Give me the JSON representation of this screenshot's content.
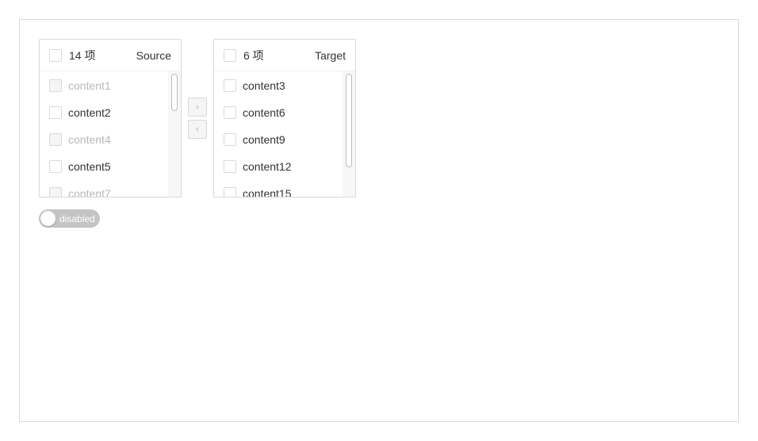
{
  "source": {
    "count_label": "14 项",
    "title": "Source",
    "items": [
      {
        "label": "content1",
        "disabled": true
      },
      {
        "label": "content2",
        "disabled": false
      },
      {
        "label": "content4",
        "disabled": true
      },
      {
        "label": "content5",
        "disabled": false
      },
      {
        "label": "content7",
        "disabled": true
      }
    ]
  },
  "target": {
    "count_label": "6 项",
    "title": "Target",
    "items": [
      {
        "label": "content3",
        "disabled": false
      },
      {
        "label": "content6",
        "disabled": false
      },
      {
        "label": "content9",
        "disabled": false
      },
      {
        "label": "content12",
        "disabled": false
      },
      {
        "label": "content15",
        "disabled": false
      }
    ]
  },
  "operations": {
    "to_right_icon": "chevron-right-icon",
    "to_left_icon": "chevron-left-icon"
  },
  "toggle": {
    "label": "disabled",
    "checked": false
  },
  "colors": {
    "border": "#d9d9d9",
    "disabled_text": "#b8b8b8",
    "switch_off": "#c4c4c4"
  }
}
